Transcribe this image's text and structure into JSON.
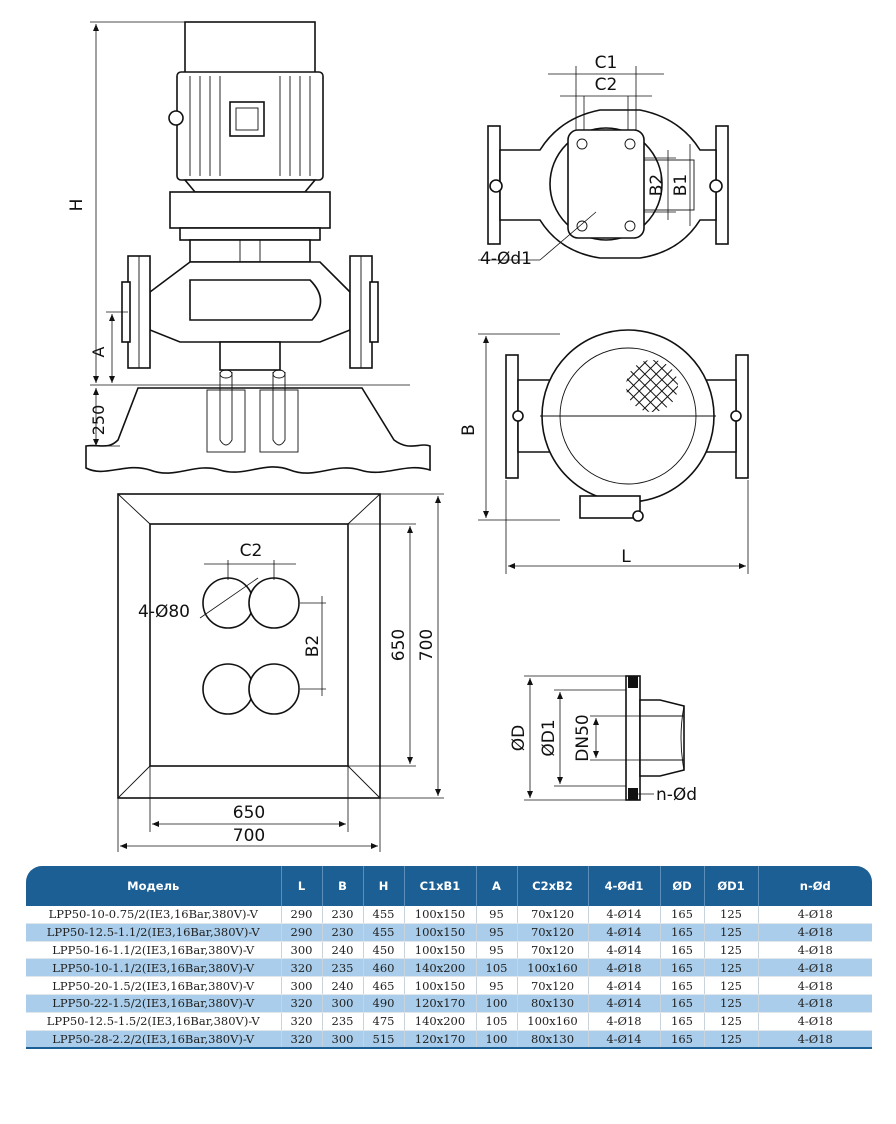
{
  "drawing": {
    "side_view": {
      "h_label": "H",
      "a_label": "A",
      "base_height": "250"
    },
    "top_view": {
      "c1": "C1",
      "c2": "C2",
      "b2": "B2",
      "b1": "B1",
      "holes": "4-Ød1"
    },
    "plan_view": {
      "b_label": "B",
      "l_label": "L"
    },
    "foundation": {
      "c2": "C2",
      "holes": "4-Ø80",
      "b2": "B2",
      "width_inner": "650",
      "width_outer": "700",
      "height_inner": "650",
      "height_outer": "700"
    },
    "flange": {
      "od": "ØD",
      "od1": "ØD1",
      "dn": "DN50",
      "holes": "n-Ød"
    }
  },
  "table": {
    "headers": [
      "Модель",
      "L",
      "B",
      "H",
      "C1xB1",
      "A",
      "C2xB2",
      "4-Ød1",
      "ØD",
      "ØD1",
      "n-Ød"
    ],
    "rows": [
      [
        "LPP50-10-0.75/2(IE3,16Bar,380V)-V",
        "290",
        "230",
        "455",
        "100x150",
        "95",
        "70x120",
        "4-Ø14",
        "165",
        "125",
        "4-Ø18"
      ],
      [
        "LPP50-12.5-1.1/2(IE3,16Bar,380V)-V",
        "290",
        "230",
        "455",
        "100x150",
        "95",
        "70x120",
        "4-Ø14",
        "165",
        "125",
        "4-Ø18"
      ],
      [
        "LPP50-16-1.1/2(IE3,16Bar,380V)-V",
        "300",
        "240",
        "450",
        "100x150",
        "95",
        "70x120",
        "4-Ø14",
        "165",
        "125",
        "4-Ø18"
      ],
      [
        "LPP50-10-1.1/2(IE3,16Bar,380V)-V",
        "320",
        "235",
        "460",
        "140x200",
        "105",
        "100x160",
        "4-Ø18",
        "165",
        "125",
        "4-Ø18"
      ],
      [
        "LPP50-20-1.5/2(IE3,16Bar,380V)-V",
        "300",
        "240",
        "465",
        "100x150",
        "95",
        "70x120",
        "4-Ø14",
        "165",
        "125",
        "4-Ø18"
      ],
      [
        "LPP50-22-1.5/2(IE3,16Bar,380V)-V",
        "320",
        "300",
        "490",
        "120x170",
        "100",
        "80x130",
        "4-Ø14",
        "165",
        "125",
        "4-Ø18"
      ],
      [
        "LPP50-12.5-1.5/2(IE3,16Bar,380V)-V",
        "320",
        "235",
        "475",
        "140x200",
        "105",
        "100x160",
        "4-Ø18",
        "165",
        "125",
        "4-Ø18"
      ],
      [
        "LPP50-28-2.2/2(IE3,16Bar,380V)-V",
        "320",
        "300",
        "515",
        "120x170",
        "100",
        "80x130",
        "4-Ø14",
        "165",
        "125",
        "4-Ø18"
      ]
    ]
  }
}
